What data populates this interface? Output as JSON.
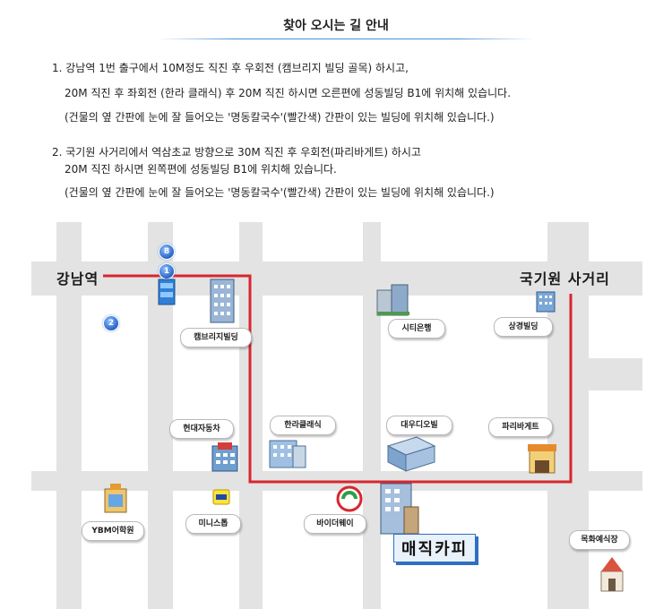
{
  "header": {
    "title": "찾아 오시는 길 안내"
  },
  "directions": [
    {
      "lines": [
        "1. 강남역 1번 출구에서 10M정도 직진 후 우회전 (캠브리지 빌딩 골목) 하시고,",
        "20M 직진 후 좌회전 (한라 클래식) 후 20M 직진 하시면 오른편에 성동빌딩 B1에 위치해 있습니다.",
        "(건물의 옆 간판에 눈에 잘 들어오는 '명동칼국수'(빨간색) 간판이 있는 빌딩에 위치해 있습니다.)"
      ]
    },
    {
      "lines": [
        "2. 국기원 사거리에서 역삼초교 방향으로 30M 직진 후 우회전(파리바게트) 하시고",
        "20M 직진 하시면 왼쪽편에 성동빌딩 B1에 위치해 있습니다.",
        "(건물의 옆 간판에 눈에 잘 들어오는 '명동칼국수'(빨간색) 간판이 있는 빌딩에 위치해 있습니다.)"
      ]
    }
  ],
  "map": {
    "route_color": "#d8262e",
    "road_color": "#e3e3e3",
    "place_labels": {
      "gangnam": "강남역",
      "kukkiwon": "국기원 사거리"
    },
    "exit_pins": [
      "8",
      "1",
      "2"
    ],
    "buildings": [
      {
        "key": "cambridge",
        "label": "캠브리지빌딩"
      },
      {
        "key": "citibank",
        "label": "시티은행"
      },
      {
        "key": "sangkyung",
        "label": "상경빌딩"
      },
      {
        "key": "hyundai",
        "label": "현대자동차"
      },
      {
        "key": "halla",
        "label": "한라클래식"
      },
      {
        "key": "daewoo",
        "label": "대우디오빌"
      },
      {
        "key": "paris",
        "label": "파리바게트"
      },
      {
        "key": "ybm",
        "label": "YBM어학원"
      },
      {
        "key": "ministop",
        "label": "미니스톱"
      },
      {
        "key": "buythe",
        "label": "바이더웨이"
      },
      {
        "key": "mokhwa",
        "label": "목화예식장"
      }
    ],
    "destination": {
      "label": "매직카피",
      "color": "#2d6fc2"
    }
  }
}
